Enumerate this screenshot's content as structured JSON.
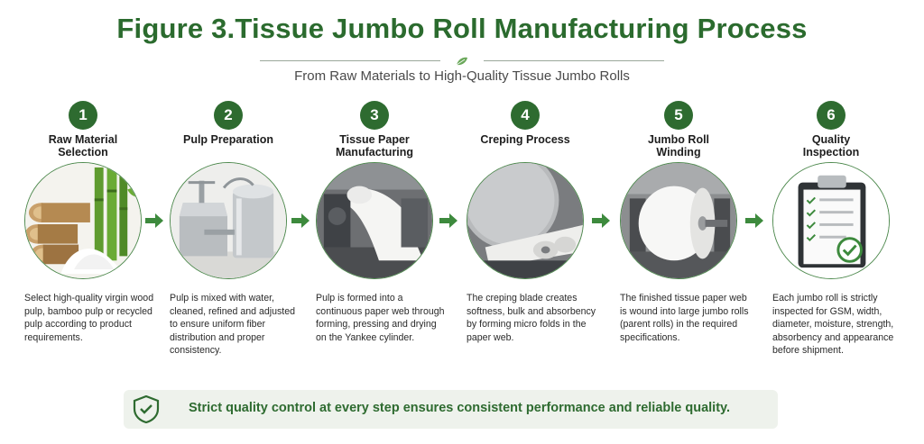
{
  "header": {
    "figure_label": "Figure 3.",
    "title": "Tissue Jumbo Roll Manufacturing Process",
    "subtitle": "From Raw Materials to High-Quality Tissue Jumbo Rolls"
  },
  "steps": [
    {
      "number": "1",
      "title_line1": "Raw Material",
      "title_line2": "Selection",
      "image": "bamboo-and-wood-pulp-icon",
      "description": "Select high-quality virgin wood pulp, bamboo pulp or recycled pulp according to product requirements."
    },
    {
      "number": "2",
      "title_line1": "Pulp Preparation",
      "title_line2": "",
      "image": "pulp-tanks-icon",
      "description": "Pulp is mixed with water, cleaned, refined and adjusted to ensure uniform fiber distribution and proper consistency."
    },
    {
      "number": "3",
      "title_line1": "Tissue Paper",
      "title_line2": "Manufacturing",
      "image": "paper-machine-icon",
      "description": "Pulp is formed into a continuous paper web through forming, pressing and drying on the Yankee cylinder."
    },
    {
      "number": "4",
      "title_line1": "Creping Process",
      "title_line2": "",
      "image": "creping-blade-icon",
      "description": "The creping blade creates softness, bulk and absorbency by forming micro folds in the paper web."
    },
    {
      "number": "5",
      "title_line1": "Jumbo Roll",
      "title_line2": "Winding",
      "image": "jumbo-roll-icon",
      "description": "The finished tissue paper web is wound into large jumbo rolls (parent rolls) in the required specifications."
    },
    {
      "number": "6",
      "title_line1": "Quality",
      "title_line2": "Inspection",
      "image": "clipboard-checklist-icon",
      "description": "Each jumbo roll is strictly inspected for GSM, width, diameter, moisture, strength, absorbency and appearance before shipment."
    }
  ],
  "banner": {
    "icon": "shield-check-icon",
    "text": "Strict quality control at every step ensures consistent performance and reliable quality."
  },
  "colors": {
    "brand_green": "#2e6b30",
    "title_green": "#2b6b2e",
    "arrow_green": "#3d8a3d",
    "banner_bg": "#eef2ec"
  }
}
